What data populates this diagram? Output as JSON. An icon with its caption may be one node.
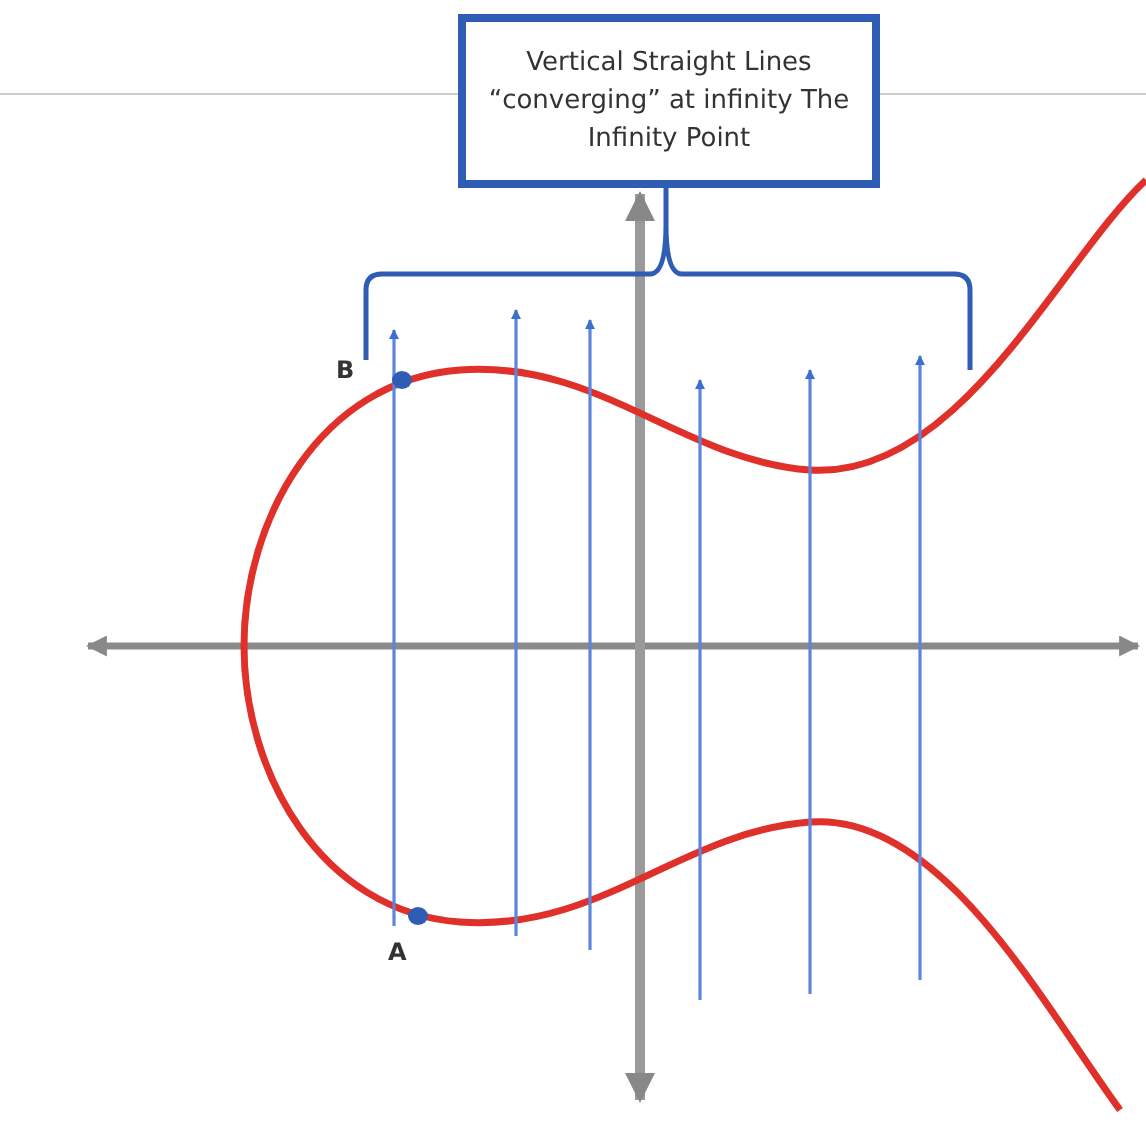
{
  "diagram": {
    "nodes": [
      {
        "text": [
          "Vertical Straight Lines “converging” at infinity The Infinity Point"
        ]
      }
    ],
    "labels": [
      "B",
      "A"
    ]
  }
}
